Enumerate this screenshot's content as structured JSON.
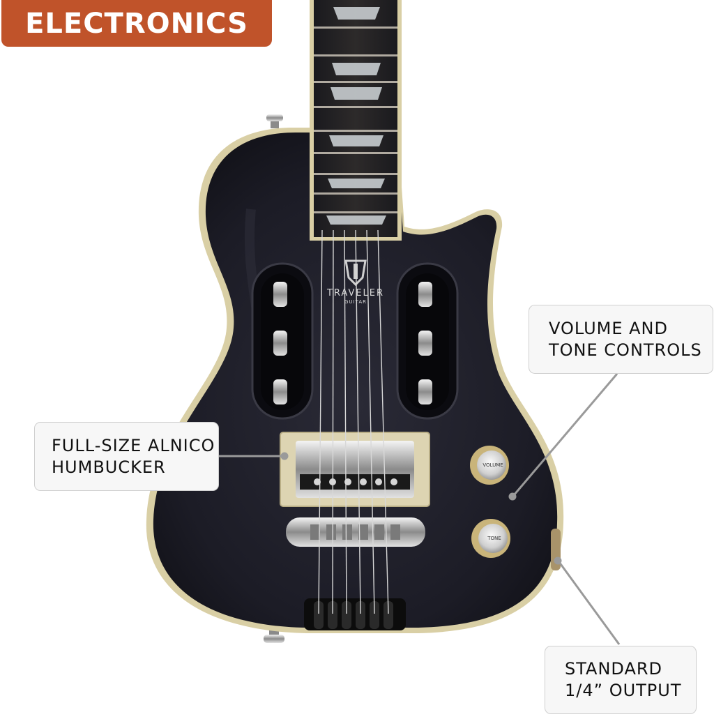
{
  "banner": {
    "title": "ELECTRONICS",
    "color": "#c0532a"
  },
  "guitar": {
    "brand": "TRAVELER",
    "brand_sub": "GUITAR",
    "volume_knob_label": "VOLUME",
    "tone_knob_label": "TONE",
    "body_color": "#1b1b24",
    "binding_color": "#d9cfa5"
  },
  "callouts": {
    "volume_tone": {
      "line1": "VOLUME AND",
      "line2": "TONE CONTROLS"
    },
    "humbucker": {
      "line1": "FULL-SIZE ALNICO",
      "line2": "HUMBUCKER"
    },
    "output": {
      "line1": "STANDARD",
      "line2": "1/4” OUTPUT"
    }
  },
  "leader_color": "#9a9a9a"
}
